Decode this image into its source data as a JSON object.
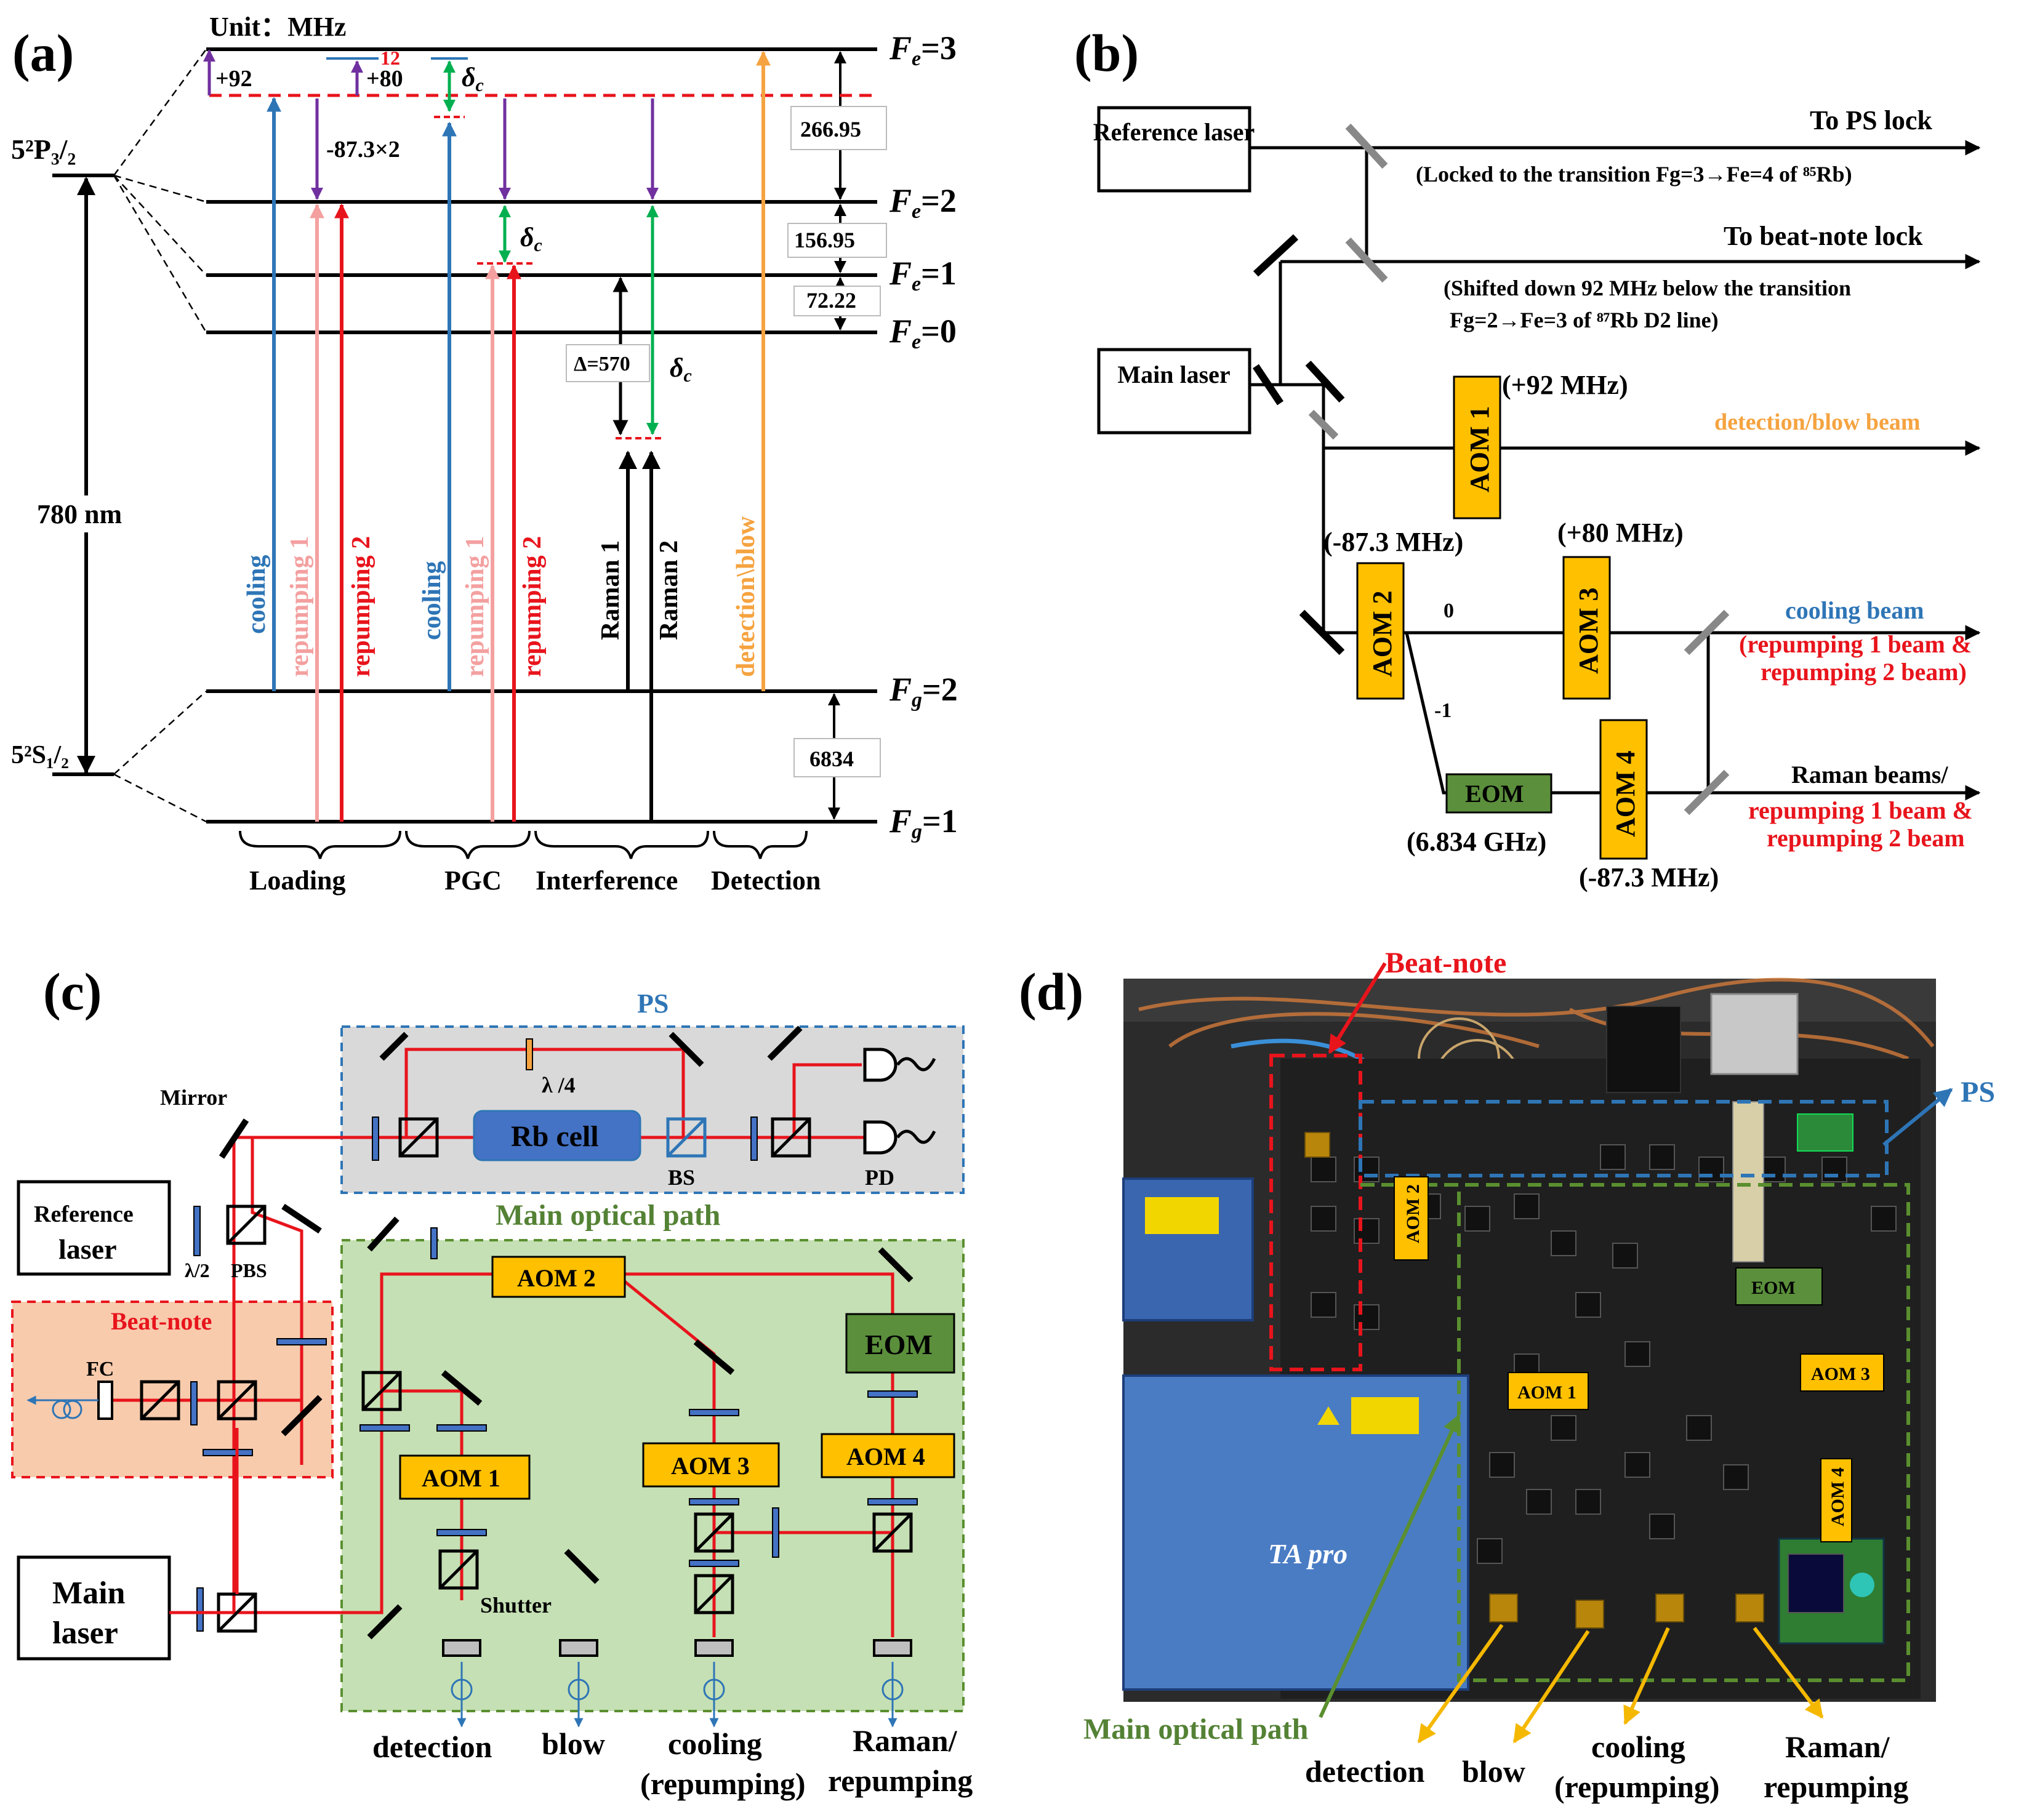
{
  "panel_labels": {
    "a": "(a)",
    "b": "(b)",
    "c": "(c)",
    "d": "(d)"
  },
  "colors": {
    "purple": "#7030a0",
    "blue": "#2e75b6",
    "pink": "#f4a0a0",
    "red": "#e8141c",
    "green": "#00b050",
    "orange": "#f5a340",
    "black": "#000000",
    "aom_fill": "#ffc000",
    "eom_fill": "#5b8f3c",
    "ps_box": "#d9d9d9",
    "main_box": "#c5e0b4",
    "beat_box": "#f8cbad",
    "dashed_blue": "#2e75b6",
    "dashed_red": "#e8141c",
    "dashed_green": "#5a8f2f",
    "label_blue": "#2e75b6",
    "label_green": "#548235",
    "label_red": "#e8141c",
    "label_orange": "#f5a340"
  },
  "panel_a": {
    "unit_label": "Unit：MHz",
    "p32_label": "5²P₃/₂",
    "s12_label": "5²S₁/₂",
    "wavelength": "780 nm",
    "excited_levels": [
      "Fe=3",
      "Fe=2",
      "Fe=1",
      "Fe=0"
    ],
    "ground_levels": [
      "Fg=2",
      "Fg=1"
    ],
    "level_names": {
      "fe3": "F",
      "fe3_sub": "e",
      "fe3_val": "=3",
      "fe2_val": "=2",
      "fe1_val": "=1",
      "fe0_val": "=0",
      "fg_sub": "g",
      "fg2_val": "=2",
      "fg1_val": "=1"
    },
    "splittings": {
      "s32": "266.95",
      "s21": "156.95",
      "s10": "72.22",
      "ground": "6834"
    },
    "detunings": {
      "plus92": "+92",
      "plus80": "+80",
      "minus87": "-87.3×2",
      "twelve": "12",
      "delta_c": "δ",
      "delta_sub": "c",
      "raman_delta": "Δ=570"
    },
    "beams": [
      {
        "label": "cooling",
        "color": "blue"
      },
      {
        "label": "repumping 1",
        "color": "pink"
      },
      {
        "label": "repumping 2",
        "color": "red"
      },
      {
        "label": "cooling",
        "color": "blue"
      },
      {
        "label": "repumping 1",
        "color": "pink"
      },
      {
        "label": "repumping 2",
        "color": "red"
      },
      {
        "label": "Raman 1",
        "color": "black"
      },
      {
        "label": "Raman 2",
        "color": "black"
      },
      {
        "label": "detection\\blow",
        "color": "orange"
      }
    ],
    "stages": [
      "Loading",
      "PGC",
      "Interference",
      "Detection"
    ]
  },
  "panel_b": {
    "reference_laser": "Reference laser",
    "main_laser": "Main laser",
    "to_ps_lock": "To PS lock",
    "ps_lock_note": "(Locked to the transition Fg=3→Fe=4 of ⁸⁵Rb)",
    "to_beat_lock": "To beat-note lock",
    "beat_note_1": "(Shifted down 92 MHz below the transition",
    "beat_note_2": "Fg=2→Fe=3 of ⁸⁷Rb D2 line)",
    "aom1": "AOM 1",
    "aom1_shift": "(+92 MHz)",
    "aom2": "AOM 2",
    "aom2_shift": "(-87.3 MHz)",
    "aom3": "AOM 3",
    "aom3_shift": "(+80 MHz)",
    "aom4": "AOM 4",
    "aom4_shift": "(-87.3 MHz)",
    "eom": "EOM",
    "eom_freq": "(6.834 GHz)",
    "order0": "0",
    "order1": "-1",
    "detection_blow": "detection/blow beam",
    "cooling_beam": "cooling beam",
    "repump_beam_1": "(repumping 1 beam &",
    "repump_beam_2": "repumping 2 beam)",
    "raman_beams": "Raman beams/",
    "raman_repump_1": "repumping 1 beam &",
    "raman_repump_2": "repumping 2 beam"
  },
  "panel_c": {
    "ps": "PS",
    "mirror": "Mirror",
    "quarter_wave": "λ /4",
    "rb_cell": "Rb cell",
    "bs": "BS",
    "pd": "PD",
    "reference_laser_1": "Reference",
    "reference_laser_2": "laser",
    "half_wave": "λ/2",
    "pbs": "PBS",
    "main_optical_path": "Main optical path",
    "beat_note": "Beat-note",
    "fc": "FC",
    "main_laser_1": "Main",
    "main_laser_2": "laser",
    "aom1": "AOM 1",
    "aom2": "AOM 2",
    "aom3": "AOM 3",
    "aom4": "AOM 4",
    "eom": "EOM",
    "shutter": "Shutter",
    "outputs": [
      "detection",
      "blow",
      "cooling",
      "(repumping)",
      "Raman/",
      "repumping"
    ]
  },
  "panel_d": {
    "beat_note": "Beat-note",
    "ps": "PS",
    "aom1": "AOM 1",
    "aom2": "AOM 2",
    "aom3": "AOM 3",
    "aom4": "AOM 4",
    "eom": "EOM",
    "ta_pro": "TA pro",
    "main_optical_path": "Main optical path",
    "outputs": [
      "detection",
      "blow",
      "cooling",
      "(repumping)",
      "Raman/",
      "repumping"
    ]
  }
}
